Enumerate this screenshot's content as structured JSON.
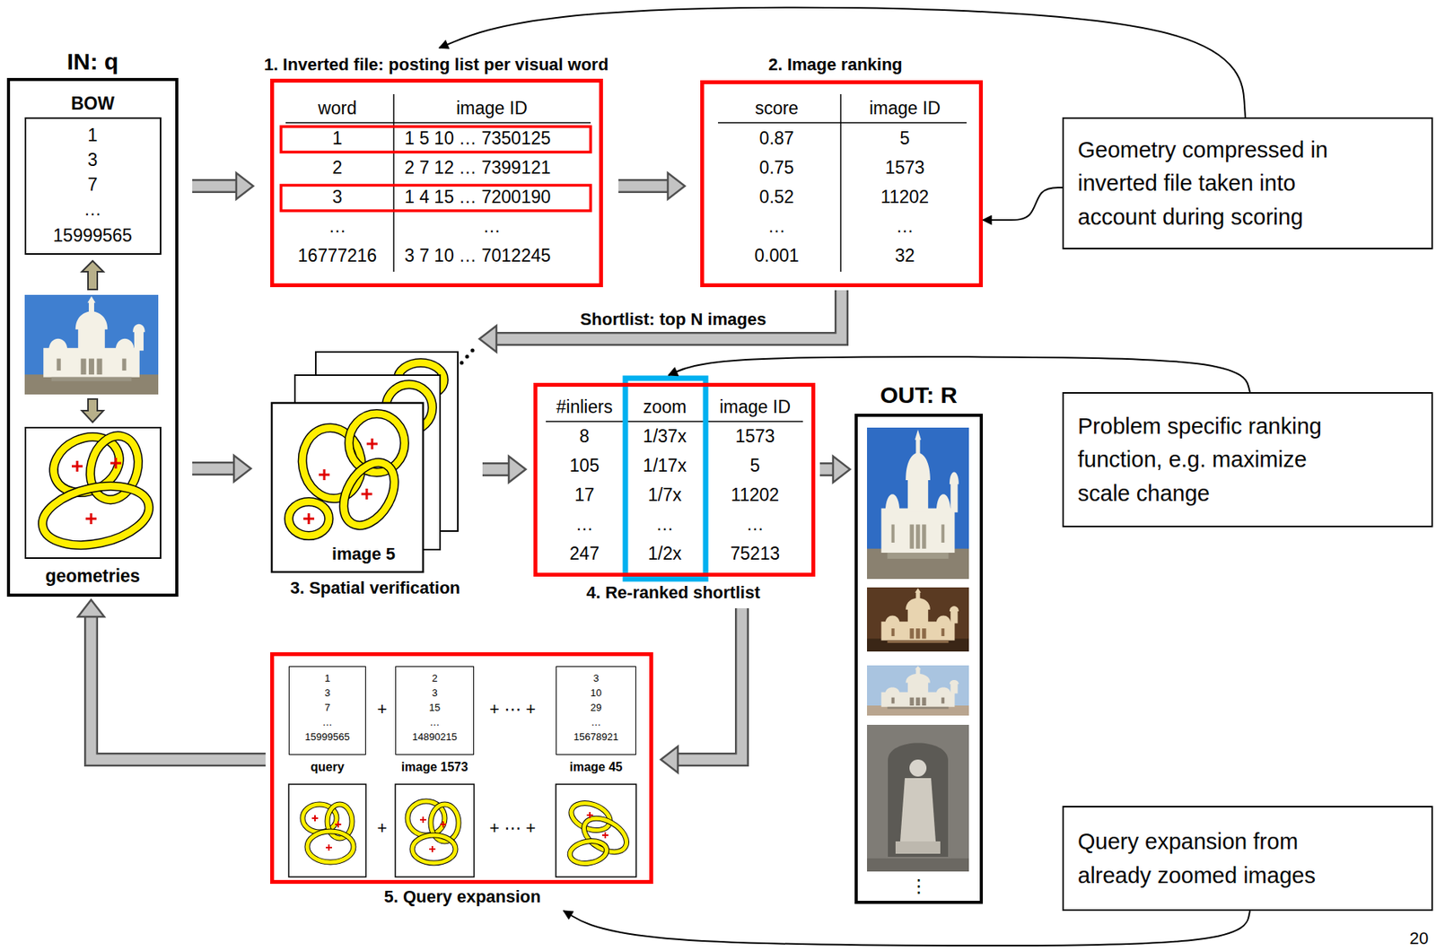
{
  "diagram": {
    "nodes": [
      {
        "text": [
          "IN: q"
        ]
      },
      {
        "text": [
          "BOW",
          "1",
          "3",
          "7",
          "…",
          "15999565"
        ],
        "in": 0
      },
      {
        "text": [
          "geometries"
        ],
        "in": 0
      },
      {
        "text": [
          "1. Inverted file: posting list per visual word",
          "word",
          "image ID",
          "1",
          "1 5 10 … 7350125",
          "2",
          "2 7 12 … 7399121",
          "3",
          "1 4 15 … 7200190",
          "…",
          "…",
          "16777216",
          "3 7 10 … 7012245"
        ]
      },
      {
        "text": [
          "2. Image ranking",
          "score",
          "image ID",
          "0.87",
          "5",
          "0.75",
          "1573",
          "0.52",
          "11202",
          "…",
          "…",
          "0.001",
          "32"
        ]
      },
      {
        "text": [
          "image 5",
          "3. Spatial verification"
        ]
      },
      {
        "text": [
          "#inliers",
          "zoom",
          "image ID",
          "8",
          "1/37x",
          "1573",
          "105",
          "1/17x",
          "5",
          "17",
          "1/7x",
          "11202",
          "…",
          "…",
          "…",
          "247",
          "1/2x",
          "75213",
          "4. Re-ranked shortlist"
        ]
      },
      {
        "text": [
          "OUT: R",
          "⋮"
        ]
      },
      {
        "text": [
          "5. Query expansion"
        ]
      },
      {
        "text": [
          "1",
          "3",
          "7",
          "…",
          "15999565",
          "query"
        ],
        "in": 8
      },
      {
        "text": [
          "2",
          "3",
          "15",
          "…",
          "14890215",
          "image 1573"
        ],
        "in": 8
      },
      {
        "text": [
          "3",
          "10",
          "29",
          "…",
          "15678921",
          "image 45"
        ],
        "in": 8
      },
      {
        "text": [
          "Geometry compressed in inverted file taken into account during scoring"
        ]
      },
      {
        "text": [
          "Problem specific ranking function, e.g. maximize scale change"
        ]
      },
      {
        "text": [
          "Query expansion from already zoomed images"
        ]
      }
    ],
    "edges": [
      {
        "from": 0,
        "to": 3,
        "arrow": "to"
      },
      {
        "from": 0,
        "to": 5,
        "arrow": "to"
      },
      {
        "from": 3,
        "to": 4,
        "arrow": "to"
      },
      {
        "from": 4,
        "to": 5,
        "label": "Shortlist: top N images",
        "arrow": "to"
      },
      {
        "from": 5,
        "to": 6,
        "arrow": "to"
      },
      {
        "from": 6,
        "to": 7,
        "arrow": "to"
      },
      {
        "from": 6,
        "to": 8,
        "arrow": "to"
      },
      {
        "from": 8,
        "to": 0,
        "arrow": "to"
      },
      {
        "from": 12,
        "to": 3,
        "arrow": "to"
      },
      {
        "from": 12,
        "to": 4,
        "arrow": "to"
      },
      {
        "from": 13,
        "to": 6,
        "arrow": "to"
      },
      {
        "from": 14,
        "to": 8,
        "arrow": "to"
      }
    ],
    "labels": [
      "+",
      "+ ⋯ +",
      "+",
      "+ ⋯ +",
      "20"
    ]
  }
}
